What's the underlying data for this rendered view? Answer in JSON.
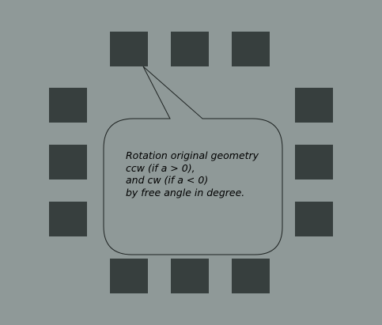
{
  "colors": {
    "background": "#8f9998",
    "square": "#373f3e",
    "bubble_fill": "#8f9998",
    "bubble_stroke": "#1e2322",
    "text": "#000000"
  },
  "note": {
    "lines": [
      "Rotation original geometry",
      "ccw (if a > 0),",
      "and cw (if a < 0)",
      "by free angle in degree."
    ]
  }
}
